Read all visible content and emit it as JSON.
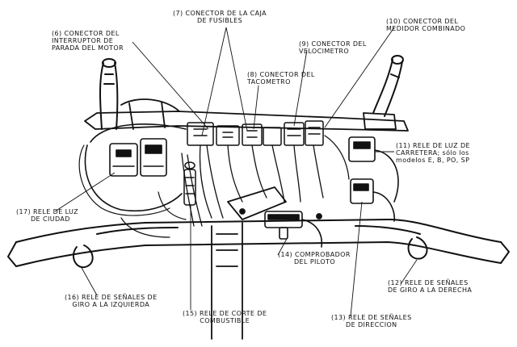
{
  "labels": {
    "c7": [
      "(7) CONECTOR DE LA CAJA",
      "DE FUSIBLES"
    ],
    "c6": [
      "(6) CONECTOR DEL",
      "INTERRUPTOR DE",
      "PARADA DEL MOTOR"
    ],
    "c10": [
      "(10) CONECTOR DEL",
      "MEDIDOR COMBINADO"
    ],
    "c9": [
      "(9) CONECTOR DEL",
      "VELOCIMETRO"
    ],
    "c8": [
      "(8) CONECTOR DEL",
      "TACOMETRO"
    ],
    "c11": [
      "(11) RELE DE LUZ DE",
      "CARRETERA; sólo los",
      "modelos E, B, PO, SP"
    ],
    "c17": [
      "(17) RELE DE LUZ",
      "DE CIUDAD"
    ],
    "c14": [
      "(14) COMPROBADOR",
      "DEL PILOTO"
    ],
    "c12": [
      "(12) RELE DE SEÑALES",
      "DE GIRO A LA DERECHA"
    ],
    "c16": [
      "(16) RELE DE SEÑALES DE",
      "GIRO A LA IZQUIERDA"
    ],
    "c15": [
      "(15) RELE DE CORTE DE",
      "COMBUSTIBLE"
    ],
    "c13": [
      "(13) RELE DE SEÑALES",
      "DE DIRECCION"
    ]
  }
}
